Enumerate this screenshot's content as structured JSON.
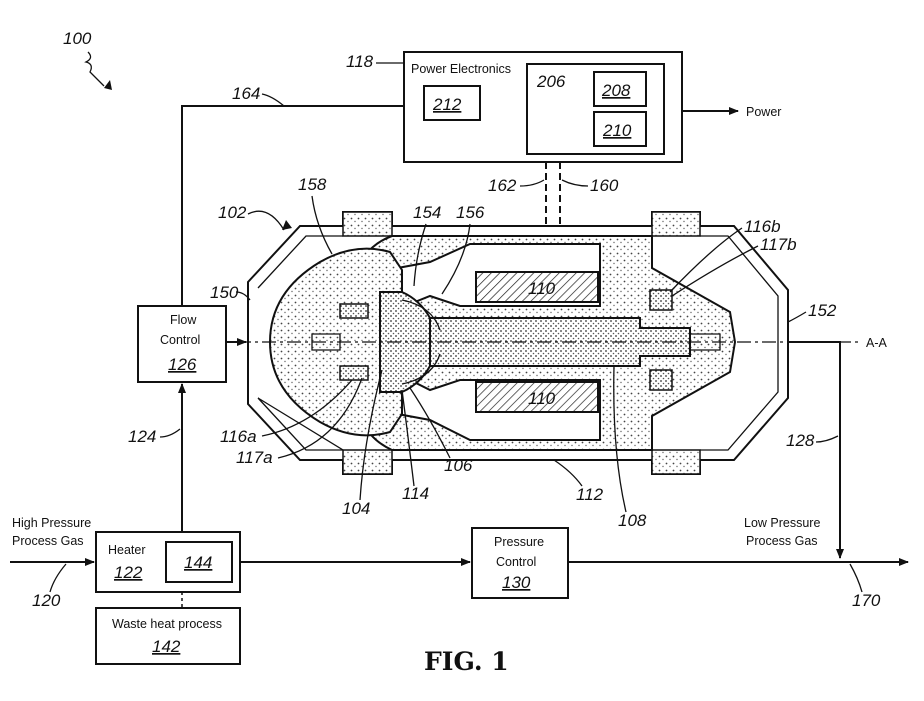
{
  "figure": {
    "title": "FIG. 1",
    "system_ref": "100"
  },
  "boxes": {
    "power_electronics": {
      "ref": "118",
      "label": "Power Electronics",
      "inner_ref": "212"
    },
    "block_206": {
      "ref": "206",
      "sub_a": "208",
      "sub_b": "210"
    },
    "flow_control": {
      "line1": "Flow",
      "line2": "Control",
      "ref": "126"
    },
    "heater": {
      "label": "Heater",
      "ref": "122",
      "inner_ref": "144"
    },
    "waste_heat": {
      "label": "Waste heat process",
      "ref": "142"
    },
    "pressure_control": {
      "line1": "Pressure",
      "line2": "Control",
      "ref": "130"
    }
  },
  "text_labels": {
    "power_out": "Power",
    "axis": "A-A",
    "high_pressure_line1": "High Pressure",
    "high_pressure_line2": "Process Gas",
    "low_pressure_line1": "Low Pressure",
    "low_pressure_line2": "Process Gas"
  },
  "refs": {
    "r102": "102",
    "r104": "104",
    "r106": "106",
    "r108": "108",
    "r110_top": "110",
    "r110_bottom": "110",
    "r112": "112",
    "r114": "114",
    "r116a": "116a",
    "r116b": "116b",
    "r117a": "117a",
    "r117b": "117b",
    "r120": "120",
    "r124": "124",
    "r128": "128",
    "r150": "150",
    "r152": "152",
    "r154": "154",
    "r156": "156",
    "r158": "158",
    "r160": "160",
    "r162": "162",
    "r164": "164",
    "r170": "170"
  }
}
